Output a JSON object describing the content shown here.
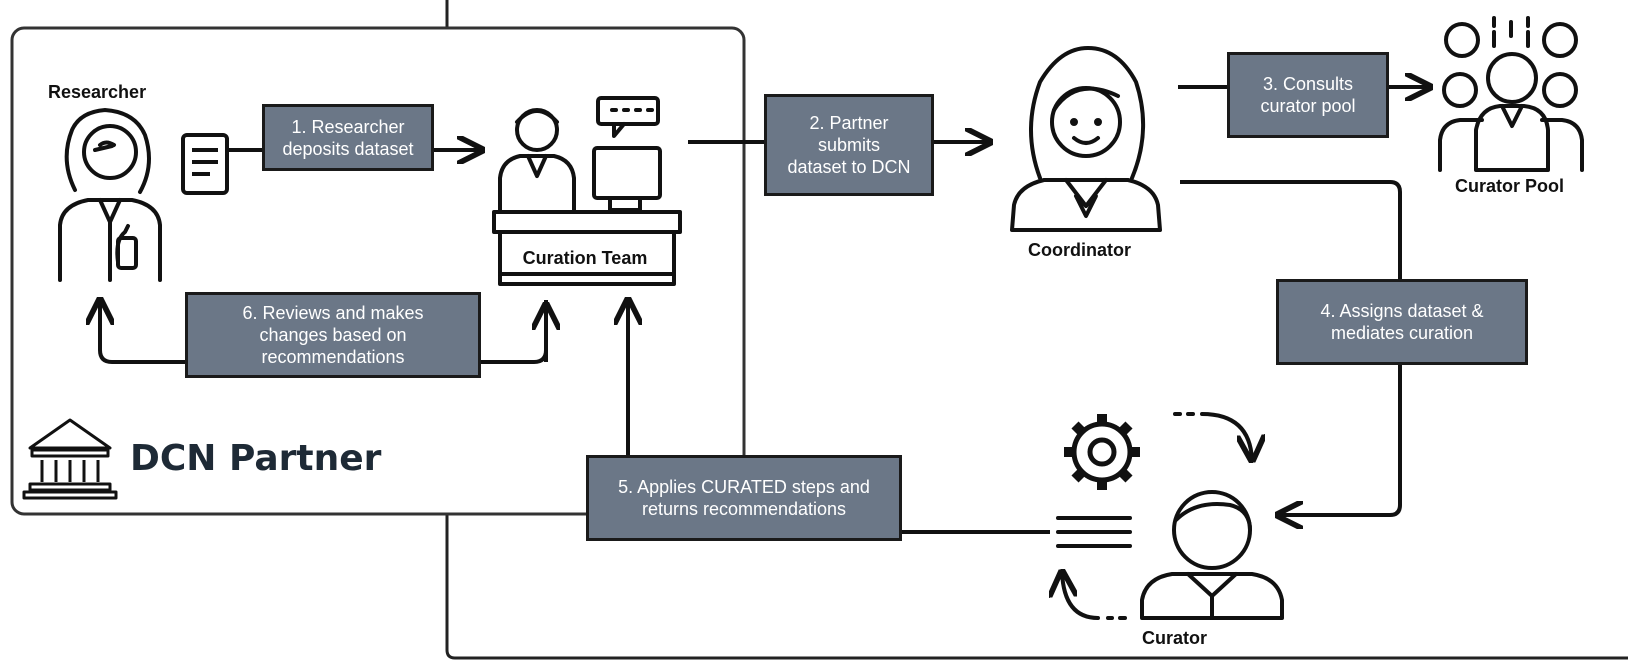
{
  "partner_title": "DCN Partner",
  "actors": {
    "researcher": "Researcher",
    "curation_team": "Curation Team",
    "coordinator": "Coordinator",
    "curator_pool": "Curator Pool",
    "curator": "Curator"
  },
  "steps": {
    "step1": "1. Researcher\ndeposits dataset",
    "step2": "2. Partner\nsubmits\ndataset to DCN",
    "step3": "3. Consults\ncurator pool",
    "step4": "4. Assigns dataset &\nmediates curation",
    "step5": "5. Applies CURATED steps and\nreturns recommendations",
    "step6": "6. Reviews and makes\nchanges based on\nrecommendations"
  },
  "icons": [
    "researcher-icon",
    "document-icon",
    "curation-team-icon",
    "coordinator-icon",
    "curator-pool-icon",
    "curator-icon",
    "gear-icon",
    "institution-icon"
  ],
  "colors": {
    "box_fill": "#6b7787",
    "stroke": "#1a1a1a",
    "title": "#1e2a36"
  }
}
